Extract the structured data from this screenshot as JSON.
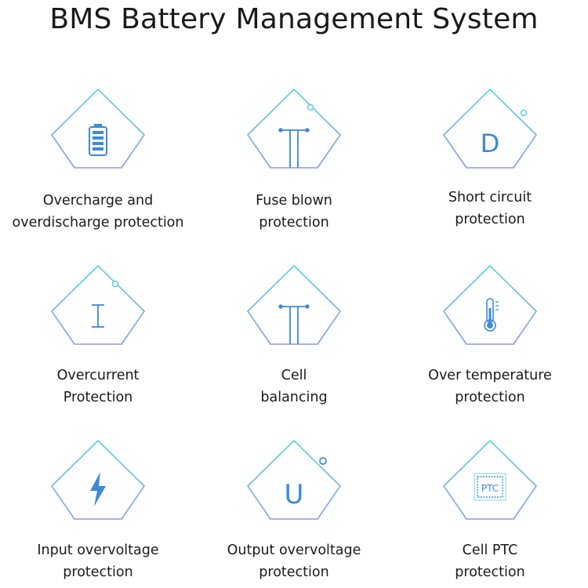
{
  "title": "BMS Battery Management System",
  "accent_colors": {
    "diamond_cyan": "#56d3e0",
    "diamond_purple": "#8e9ae0",
    "glyph_blue": "#3d8ad8"
  },
  "features": [
    {
      "icon": "battery-icon",
      "line1": "Overcharge and",
      "line2": "overdischarge protection"
    },
    {
      "icon": "fuse-icon",
      "line1": "Fuse blown",
      "line2": "protection"
    },
    {
      "icon": "letter-d-icon",
      "line1": "Short circuit",
      "line2": "protection",
      "glyph": "D"
    },
    {
      "icon": "letter-i-icon",
      "line1": "Overcurrent",
      "line2": "Protection",
      "glyph": "I"
    },
    {
      "icon": "cell-balance-icon",
      "line1": "Cell",
      "line2": "balancing"
    },
    {
      "icon": "thermometer-icon",
      "line1": "Over temperature",
      "line2": "protection"
    },
    {
      "icon": "lightning-icon",
      "line1": "Input overvoltage",
      "line2": "protection"
    },
    {
      "icon": "letter-u-icon",
      "line1": "Output overvoltage",
      "line2": "protection",
      "glyph": "U"
    },
    {
      "icon": "ptc-chip-icon",
      "line1": "Cell PTC",
      "line2": "protection",
      "glyph": "PTC"
    }
  ]
}
